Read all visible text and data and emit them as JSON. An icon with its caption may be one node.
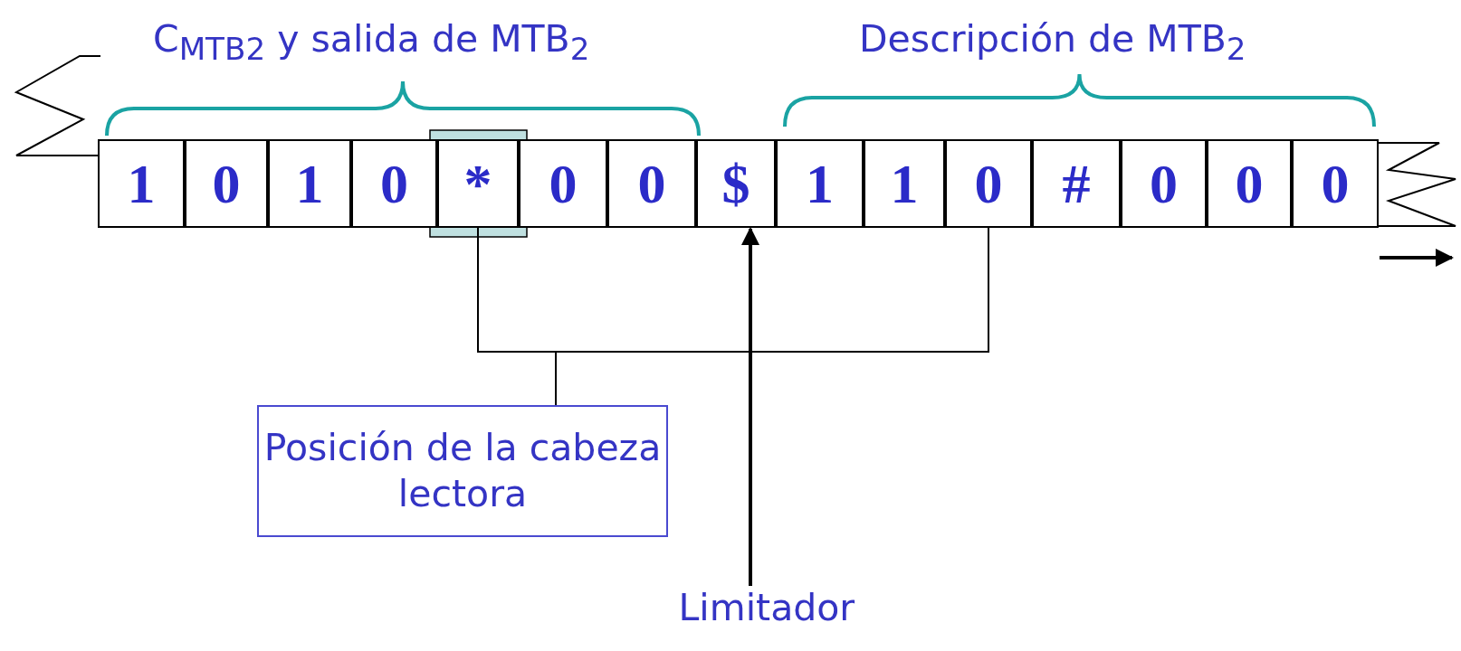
{
  "diagram": {
    "nodes": [
      {
        "text": [
          "1"
        ]
      },
      {
        "text": [
          "0"
        ]
      },
      {
        "text": [
          "1"
        ]
      },
      {
        "text": [
          "0"
        ]
      },
      {
        "text": [
          "*"
        ]
      },
      {
        "text": [
          "0"
        ]
      },
      {
        "text": [
          "0"
        ]
      },
      {
        "text": [
          "$"
        ]
      },
      {
        "text": [
          "1"
        ]
      },
      {
        "text": [
          "1"
        ]
      },
      {
        "text": [
          "0"
        ]
      },
      {
        "text": [
          "#"
        ]
      },
      {
        "text": [
          "0"
        ]
      },
      {
        "text": [
          "0"
        ]
      },
      {
        "text": [
          "0"
        ]
      },
      {
        "text": [
          "Posición de la cabeza lectora"
        ]
      },
      {
        "text": [
          "Limitador"
        ]
      }
    ],
    "edges": [
      {
        "from": 15,
        "to": 4,
        "arrow": "none"
      },
      {
        "from": 15,
        "to": 10,
        "arrow": "none"
      },
      {
        "from": 16,
        "to": 7,
        "arrow": "to"
      }
    ],
    "labels": [
      "C$_{MTB2}$ y salida de MTB$_{2}$",
      "Descripción de MTB$_{2}$"
    ]
  }
}
